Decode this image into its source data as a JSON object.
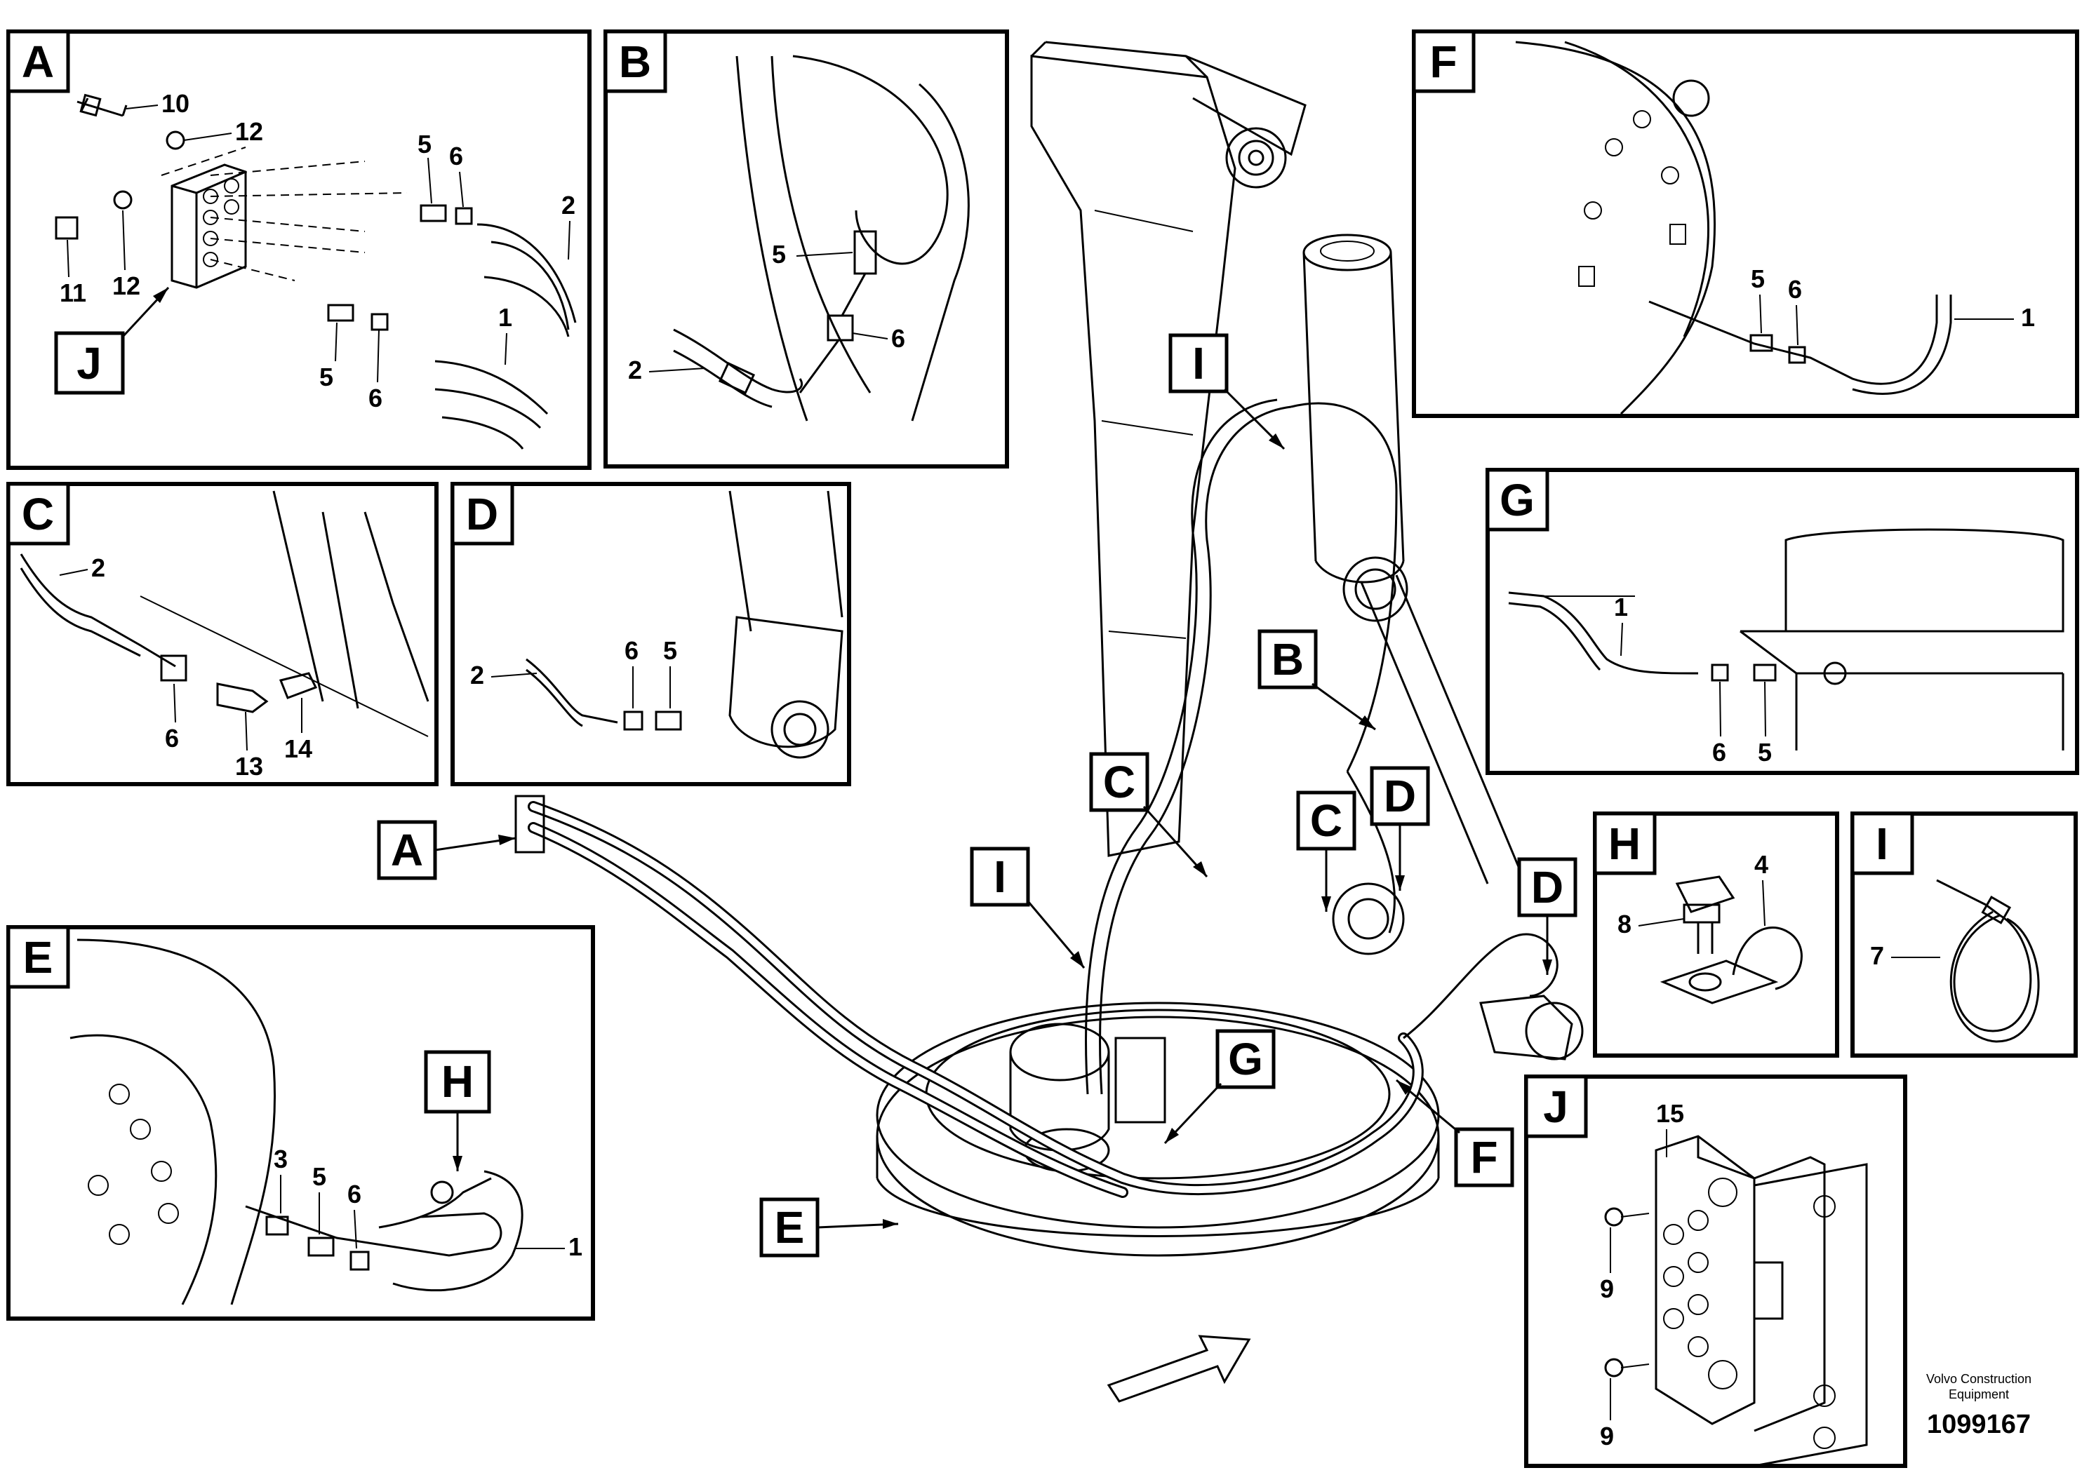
{
  "panels": {
    "A": {
      "letter": "A",
      "callouts": [
        "10",
        "12",
        "12",
        "11",
        "5",
        "6",
        "2",
        "1",
        "5",
        "6"
      ],
      "tag": "J"
    },
    "B": {
      "letter": "B",
      "callouts": [
        "5",
        "6",
        "2"
      ]
    },
    "C": {
      "letter": "C",
      "callouts": [
        "2",
        "6",
        "13",
        "14"
      ]
    },
    "D": {
      "letter": "D",
      "callouts": [
        "2",
        "6",
        "5"
      ]
    },
    "E": {
      "letter": "E",
      "callouts": [
        "3",
        "5",
        "6",
        "1"
      ],
      "tag": "H"
    },
    "F": {
      "letter": "F",
      "callouts": [
        "5",
        "6",
        "1"
      ]
    },
    "G": {
      "letter": "G",
      "callouts": [
        "1",
        "6",
        "5"
      ]
    },
    "H": {
      "letter": "H",
      "callouts": [
        "4",
        "8"
      ]
    },
    "I": {
      "letter": "I",
      "callouts": [
        "7"
      ]
    },
    "J": {
      "letter": "J",
      "callouts": [
        "15",
        "9",
        "9"
      ]
    }
  },
  "main_view": {
    "tags": [
      "I",
      "B",
      "C",
      "D",
      "C",
      "D",
      "A",
      "I",
      "G",
      "F",
      "E"
    ]
  },
  "footer": {
    "company_line1": "Volvo Construction",
    "company_line2": "Equipment",
    "drawing_number": "1099167"
  }
}
